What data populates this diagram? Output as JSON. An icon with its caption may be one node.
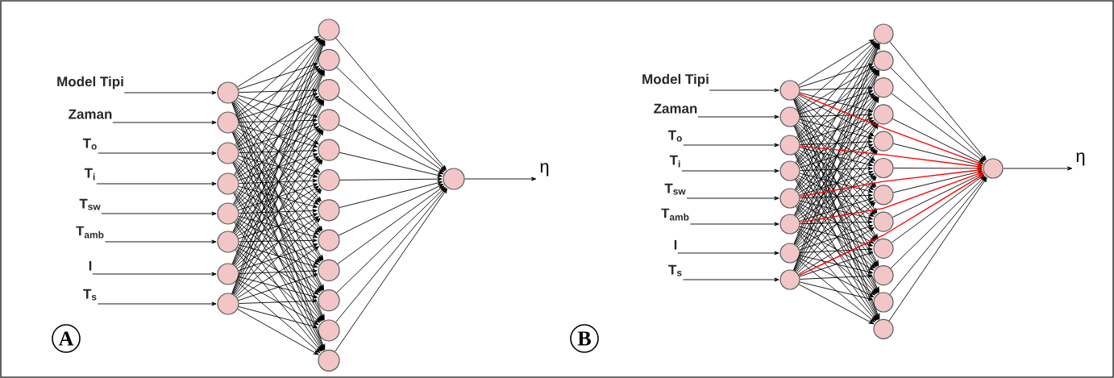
{
  "diagram": {
    "nodes": [
      {
        "text": [
          "A"
        ]
      },
      {
        "text": [
          "Model Tipi"
        ]
      },
      {
        "text": [
          "Zaman"
        ]
      },
      {
        "text": [
          "T$_{o}$"
        ]
      },
      {
        "text": [
          "T$_{i}$"
        ]
      },
      {
        "text": [
          "T$_{sw}$"
        ]
      },
      {
        "text": [
          "T$_{amb}$"
        ]
      },
      {
        "text": [
          "I"
        ]
      },
      {
        "text": [
          "T$_{s}$"
        ]
      },
      {
        "text": [],
        "shape": "circle"
      },
      {
        "text": [],
        "shape": "circle"
      },
      {
        "text": [],
        "shape": "circle"
      },
      {
        "text": [],
        "shape": "circle"
      },
      {
        "text": [],
        "shape": "circle"
      },
      {
        "text": [],
        "shape": "circle"
      },
      {
        "text": [],
        "shape": "circle"
      },
      {
        "text": [],
        "shape": "circle"
      },
      {
        "text": [],
        "shape": "circle"
      },
      {
        "text": [],
        "shape": "circle"
      },
      {
        "text": [],
        "shape": "circle"
      },
      {
        "text": [],
        "shape": "circle"
      },
      {
        "text": [],
        "shape": "circle"
      },
      {
        "text": [],
        "shape": "circle"
      },
      {
        "text": [],
        "shape": "circle"
      },
      {
        "text": [],
        "shape": "circle"
      },
      {
        "text": [],
        "shape": "circle"
      },
      {
        "text": [],
        "shape": "circle"
      },
      {
        "text": [],
        "shape": "circle"
      },
      {
        "text": [],
        "shape": "circle"
      },
      {
        "text": [],
        "shape": "circle"
      },
      {
        "text": [
          "η"
        ]
      },
      {
        "text": [
          "B"
        ]
      },
      {
        "text": [
          "Model Tipi"
        ]
      },
      {
        "text": [
          "Zaman"
        ]
      },
      {
        "text": [
          "T$_{o}$"
        ]
      },
      {
        "text": [
          "T$_{i}$"
        ]
      },
      {
        "text": [
          "T$_{sw}$"
        ]
      },
      {
        "text": [
          "T$_{amb}$"
        ]
      },
      {
        "text": [
          "I"
        ]
      },
      {
        "text": [
          "T$_{s}$"
        ]
      },
      {
        "text": [],
        "shape": "circle"
      },
      {
        "text": [],
        "shape": "circle"
      },
      {
        "text": [],
        "shape": "circle"
      },
      {
        "text": [],
        "shape": "circle"
      },
      {
        "text": [],
        "shape": "circle"
      },
      {
        "text": [],
        "shape": "circle"
      },
      {
        "text": [],
        "shape": "circle"
      },
      {
        "text": [],
        "shape": "circle"
      },
      {
        "text": [],
        "shape": "circle"
      },
      {
        "text": [],
        "shape": "circle"
      },
      {
        "text": [],
        "shape": "circle"
      },
      {
        "text": [],
        "shape": "circle"
      },
      {
        "text": [],
        "shape": "circle"
      },
      {
        "text": [],
        "shape": "circle"
      },
      {
        "text": [],
        "shape": "circle"
      },
      {
        "text": [],
        "shape": "circle"
      },
      {
        "text": [],
        "shape": "circle"
      },
      {
        "text": [],
        "shape": "circle"
      },
      {
        "text": [],
        "shape": "circle"
      },
      {
        "text": [],
        "shape": "circle"
      },
      {
        "text": [],
        "shape": "circle"
      },
      {
        "text": [
          "η"
        ]
      }
    ],
    "edges": [
      {
        "from": 1,
        "to": 9,
        "arrow": "to"
      },
      {
        "from": 2,
        "to": 10,
        "arrow": "to"
      },
      {
        "from": 3,
        "to": 11,
        "arrow": "to"
      },
      {
        "from": 4,
        "to": 12,
        "arrow": "to"
      },
      {
        "from": 5,
        "to": 13,
        "arrow": "to"
      },
      {
        "from": 6,
        "to": 14,
        "arrow": "to"
      },
      {
        "from": 7,
        "to": 15,
        "arrow": "to"
      },
      {
        "from": 8,
        "to": 16,
        "arrow": "to"
      },
      {
        "from": 9,
        "to": 17,
        "arrow": "to"
      },
      {
        "from": 9,
        "to": 18,
        "arrow": "to"
      },
      {
        "from": 9,
        "to": 19,
        "arrow": "to"
      },
      {
        "from": 9,
        "to": 20,
        "arrow": "to"
      },
      {
        "from": 9,
        "to": 21,
        "arrow": "to"
      },
      {
        "from": 9,
        "to": 22,
        "arrow": "to"
      },
      {
        "from": 9,
        "to": 23,
        "arrow": "to"
      },
      {
        "from": 9,
        "to": 24,
        "arrow": "to"
      },
      {
        "from": 9,
        "to": 25,
        "arrow": "to"
      },
      {
        "from": 9,
        "to": 26,
        "arrow": "to"
      },
      {
        "from": 9,
        "to": 27,
        "arrow": "to"
      },
      {
        "from": 9,
        "to": 28,
        "arrow": "to"
      },
      {
        "from": 10,
        "to": 17,
        "arrow": "to"
      },
      {
        "from": 10,
        "to": 18,
        "arrow": "to"
      },
      {
        "from": 10,
        "to": 19,
        "arrow": "to"
      },
      {
        "from": 10,
        "to": 20,
        "arrow": "to"
      },
      {
        "from": 10,
        "to": 21,
        "arrow": "to"
      },
      {
        "from": 10,
        "to": 22,
        "arrow": "to"
      },
      {
        "from": 10,
        "to": 23,
        "arrow": "to"
      },
      {
        "from": 10,
        "to": 24,
        "arrow": "to"
      },
      {
        "from": 10,
        "to": 25,
        "arrow": "to"
      },
      {
        "from": 10,
        "to": 26,
        "arrow": "to"
      },
      {
        "from": 10,
        "to": 27,
        "arrow": "to"
      },
      {
        "from": 10,
        "to": 28,
        "arrow": "to"
      },
      {
        "from": 11,
        "to": 17,
        "arrow": "to"
      },
      {
        "from": 11,
        "to": 18,
        "arrow": "to"
      },
      {
        "from": 11,
        "to": 19,
        "arrow": "to"
      },
      {
        "from": 11,
        "to": 20,
        "arrow": "to"
      },
      {
        "from": 11,
        "to": 21,
        "arrow": "to"
      },
      {
        "from": 11,
        "to": 22,
        "arrow": "to"
      },
      {
        "from": 11,
        "to": 23,
        "arrow": "to"
      },
      {
        "from": 11,
        "to": 24,
        "arrow": "to"
      },
      {
        "from": 11,
        "to": 25,
        "arrow": "to"
      },
      {
        "from": 11,
        "to": 26,
        "arrow": "to"
      },
      {
        "from": 11,
        "to": 27,
        "arrow": "to"
      },
      {
        "from": 11,
        "to": 28,
        "arrow": "to"
      },
      {
        "from": 12,
        "to": 17,
        "arrow": "to"
      },
      {
        "from": 12,
        "to": 18,
        "arrow": "to"
      },
      {
        "from": 12,
        "to": 19,
        "arrow": "to"
      },
      {
        "from": 12,
        "to": 20,
        "arrow": "to"
      },
      {
        "from": 12,
        "to": 21,
        "arrow": "to"
      },
      {
        "from": 12,
        "to": 22,
        "arrow": "to"
      },
      {
        "from": 12,
        "to": 23,
        "arrow": "to"
      },
      {
        "from": 12,
        "to": 24,
        "arrow": "to"
      },
      {
        "from": 12,
        "to": 25,
        "arrow": "to"
      },
      {
        "from": 12,
        "to": 26,
        "arrow": "to"
      },
      {
        "from": 12,
        "to": 27,
        "arrow": "to"
      },
      {
        "from": 12,
        "to": 28,
        "arrow": "to"
      },
      {
        "from": 13,
        "to": 17,
        "arrow": "to"
      },
      {
        "from": 13,
        "to": 18,
        "arrow": "to"
      },
      {
        "from": 13,
        "to": 19,
        "arrow": "to"
      },
      {
        "from": 13,
        "to": 20,
        "arrow": "to"
      },
      {
        "from": 13,
        "to": 21,
        "arrow": "to"
      },
      {
        "from": 13,
        "to": 22,
        "arrow": "to"
      },
      {
        "from": 13,
        "to": 23,
        "arrow": "to"
      },
      {
        "from": 13,
        "to": 24,
        "arrow": "to"
      },
      {
        "from": 13,
        "to": 25,
        "arrow": "to"
      },
      {
        "from": 13,
        "to": 26,
        "arrow": "to"
      },
      {
        "from": 13,
        "to": 27,
        "arrow": "to"
      },
      {
        "from": 13,
        "to": 28,
        "arrow": "to"
      },
      {
        "from": 14,
        "to": 17,
        "arrow": "to"
      },
      {
        "from": 14,
        "to": 18,
        "arrow": "to"
      },
      {
        "from": 14,
        "to": 19,
        "arrow": "to"
      },
      {
        "from": 14,
        "to": 20,
        "arrow": "to"
      },
      {
        "from": 14,
        "to": 21,
        "arrow": "to"
      },
      {
        "from": 14,
        "to": 22,
        "arrow": "to"
      },
      {
        "from": 14,
        "to": 23,
        "arrow": "to"
      },
      {
        "from": 14,
        "to": 24,
        "arrow": "to"
      },
      {
        "from": 14,
        "to": 25,
        "arrow": "to"
      },
      {
        "from": 14,
        "to": 26,
        "arrow": "to"
      },
      {
        "from": 14,
        "to": 27,
        "arrow": "to"
      },
      {
        "from": 14,
        "to": 28,
        "arrow": "to"
      },
      {
        "from": 15,
        "to": 17,
        "arrow": "to"
      },
      {
        "from": 15,
        "to": 18,
        "arrow": "to"
      },
      {
        "from": 15,
        "to": 19,
        "arrow": "to"
      },
      {
        "from": 15,
        "to": 20,
        "arrow": "to"
      },
      {
        "from": 15,
        "to": 21,
        "arrow": "to"
      },
      {
        "from": 15,
        "to": 22,
        "arrow": "to"
      },
      {
        "from": 15,
        "to": 23,
        "arrow": "to"
      },
      {
        "from": 15,
        "to": 24,
        "arrow": "to"
      },
      {
        "from": 15,
        "to": 25,
        "arrow": "to"
      },
      {
        "from": 15,
        "to": 26,
        "arrow": "to"
      },
      {
        "from": 15,
        "to": 27,
        "arrow": "to"
      },
      {
        "from": 15,
        "to": 28,
        "arrow": "to"
      },
      {
        "from": 16,
        "to": 17,
        "arrow": "to"
      },
      {
        "from": 16,
        "to": 18,
        "arrow": "to"
      },
      {
        "from": 16,
        "to": 19,
        "arrow": "to"
      },
      {
        "from": 16,
        "to": 20,
        "arrow": "to"
      },
      {
        "from": 16,
        "to": 21,
        "arrow": "to"
      },
      {
        "from": 16,
        "to": 22,
        "arrow": "to"
      },
      {
        "from": 16,
        "to": 23,
        "arrow": "to"
      },
      {
        "from": 16,
        "to": 24,
        "arrow": "to"
      },
      {
        "from": 16,
        "to": 25,
        "arrow": "to"
      },
      {
        "from": 16,
        "to": 26,
        "arrow": "to"
      },
      {
        "from": 16,
        "to": 27,
        "arrow": "to"
      },
      {
        "from": 16,
        "to": 28,
        "arrow": "to"
      },
      {
        "from": 17,
        "to": 29,
        "arrow": "to"
      },
      {
        "from": 18,
        "to": 29,
        "arrow": "to"
      },
      {
        "from": 19,
        "to": 29,
        "arrow": "to"
      },
      {
        "from": 20,
        "to": 29,
        "arrow": "to"
      },
      {
        "from": 21,
        "to": 29,
        "arrow": "to"
      },
      {
        "from": 22,
        "to": 29,
        "arrow": "to"
      },
      {
        "from": 23,
        "to": 29,
        "arrow": "to"
      },
      {
        "from": 24,
        "to": 29,
        "arrow": "to"
      },
      {
        "from": 25,
        "to": 29,
        "arrow": "to"
      },
      {
        "from": 26,
        "to": 29,
        "arrow": "to"
      },
      {
        "from": 27,
        "to": 29,
        "arrow": "to"
      },
      {
        "from": 28,
        "to": 29,
        "arrow": "to"
      },
      {
        "from": 29,
        "to": 30,
        "arrow": "to"
      },
      {
        "from": 32,
        "to": 40,
        "arrow": "to"
      },
      {
        "from": 33,
        "to": 41,
        "arrow": "to"
      },
      {
        "from": 34,
        "to": 42,
        "arrow": "to"
      },
      {
        "from": 35,
        "to": 43,
        "arrow": "to"
      },
      {
        "from": 36,
        "to": 44,
        "arrow": "to"
      },
      {
        "from": 37,
        "to": 45,
        "arrow": "to"
      },
      {
        "from": 38,
        "to": 46,
        "arrow": "to"
      },
      {
        "from": 39,
        "to": 47,
        "arrow": "to"
      },
      {
        "from": 40,
        "to": 48,
        "arrow": "to"
      },
      {
        "from": 40,
        "to": 49,
        "arrow": "to"
      },
      {
        "from": 40,
        "to": 50,
        "arrow": "to"
      },
      {
        "from": 40,
        "to": 51,
        "arrow": "to"
      },
      {
        "from": 40,
        "to": 52,
        "arrow": "to"
      },
      {
        "from": 40,
        "to": 53,
        "arrow": "to"
      },
      {
        "from": 40,
        "to": 54,
        "arrow": "to"
      },
      {
        "from": 40,
        "to": 55,
        "arrow": "to"
      },
      {
        "from": 40,
        "to": 56,
        "arrow": "to"
      },
      {
        "from": 40,
        "to": 57,
        "arrow": "to"
      },
      {
        "from": 40,
        "to": 58,
        "arrow": "to"
      },
      {
        "from": 40,
        "to": 59,
        "arrow": "to"
      },
      {
        "from": 41,
        "to": 48,
        "arrow": "to"
      },
      {
        "from": 41,
        "to": 49,
        "arrow": "to"
      },
      {
        "from": 41,
        "to": 50,
        "arrow": "to"
      },
      {
        "from": 41,
        "to": 51,
        "arrow": "to"
      },
      {
        "from": 41,
        "to": 52,
        "arrow": "to"
      },
      {
        "from": 41,
        "to": 53,
        "arrow": "to"
      },
      {
        "from": 41,
        "to": 54,
        "arrow": "to"
      },
      {
        "from": 41,
        "to": 55,
        "arrow": "to"
      },
      {
        "from": 41,
        "to": 56,
        "arrow": "to"
      },
      {
        "from": 41,
        "to": 57,
        "arrow": "to"
      },
      {
        "from": 41,
        "to": 58,
        "arrow": "to"
      },
      {
        "from": 41,
        "to": 59,
        "arrow": "to"
      },
      {
        "from": 42,
        "to": 48,
        "arrow": "to"
      },
      {
        "from": 42,
        "to": 49,
        "arrow": "to"
      },
      {
        "from": 42,
        "to": 50,
        "arrow": "to"
      },
      {
        "from": 42,
        "to": 51,
        "arrow": "to"
      },
      {
        "from": 42,
        "to": 52,
        "arrow": "to"
      },
      {
        "from": 42,
        "to": 53,
        "arrow": "to"
      },
      {
        "from": 42,
        "to": 54,
        "arrow": "to"
      },
      {
        "from": 42,
        "to": 55,
        "arrow": "to"
      },
      {
        "from": 42,
        "to": 56,
        "arrow": "to"
      },
      {
        "from": 42,
        "to": 57,
        "arrow": "to"
      },
      {
        "from": 42,
        "to": 58,
        "arrow": "to"
      },
      {
        "from": 42,
        "to": 59,
        "arrow": "to"
      },
      {
        "from": 43,
        "to": 48,
        "arrow": "to"
      },
      {
        "from": 43,
        "to": 49,
        "arrow": "to"
      },
      {
        "from": 43,
        "to": 50,
        "arrow": "to"
      },
      {
        "from": 43,
        "to": 51,
        "arrow": "to"
      },
      {
        "from": 43,
        "to": 52,
        "arrow": "to"
      },
      {
        "from": 43,
        "to": 53,
        "arrow": "to"
      },
      {
        "from": 43,
        "to": 54,
        "arrow": "to"
      },
      {
        "from": 43,
        "to": 55,
        "arrow": "to"
      },
      {
        "from": 43,
        "to": 56,
        "arrow": "to"
      },
      {
        "from": 43,
        "to": 57,
        "arrow": "to"
      },
      {
        "from": 43,
        "to": 58,
        "arrow": "to"
      },
      {
        "from": 43,
        "to": 59,
        "arrow": "to"
      },
      {
        "from": 44,
        "to": 48,
        "arrow": "to"
      },
      {
        "from": 44,
        "to": 49,
        "arrow": "to"
      },
      {
        "from": 44,
        "to": 50,
        "arrow": "to"
      },
      {
        "from": 44,
        "to": 51,
        "arrow": "to"
      },
      {
        "from": 44,
        "to": 52,
        "arrow": "to"
      },
      {
        "from": 44,
        "to": 53,
        "arrow": "to"
      },
      {
        "from": 44,
        "to": 54,
        "arrow": "to"
      },
      {
        "from": 44,
        "to": 55,
        "arrow": "to"
      },
      {
        "from": 44,
        "to": 56,
        "arrow": "to"
      },
      {
        "from": 44,
        "to": 57,
        "arrow": "to"
      },
      {
        "from": 44,
        "to": 58,
        "arrow": "to"
      },
      {
        "from": 44,
        "to": 59,
        "arrow": "to"
      },
      {
        "from": 45,
        "to": 48,
        "arrow": "to"
      },
      {
        "from": 45,
        "to": 49,
        "arrow": "to"
      },
      {
        "from": 45,
        "to": 50,
        "arrow": "to"
      },
      {
        "from": 45,
        "to": 51,
        "arrow": "to"
      },
      {
        "from": 45,
        "to": 52,
        "arrow": "to"
      },
      {
        "from": 45,
        "to": 53,
        "arrow": "to"
      },
      {
        "from": 45,
        "to": 54,
        "arrow": "to"
      },
      {
        "from": 45,
        "to": 55,
        "arrow": "to"
      },
      {
        "from": 45,
        "to": 56,
        "arrow": "to"
      },
      {
        "from": 45,
        "to": 57,
        "arrow": "to"
      },
      {
        "from": 45,
        "to": 58,
        "arrow": "to"
      },
      {
        "from": 45,
        "to": 59,
        "arrow": "to"
      },
      {
        "from": 46,
        "to": 48,
        "arrow": "to"
      },
      {
        "from": 46,
        "to": 49,
        "arrow": "to"
      },
      {
        "from": 46,
        "to": 50,
        "arrow": "to"
      },
      {
        "from": 46,
        "to": 51,
        "arrow": "to"
      },
      {
        "from": 46,
        "to": 52,
        "arrow": "to"
      },
      {
        "from": 46,
        "to": 53,
        "arrow": "to"
      },
      {
        "from": 46,
        "to": 54,
        "arrow": "to"
      },
      {
        "from": 46,
        "to": 55,
        "arrow": "to"
      },
      {
        "from": 46,
        "to": 56,
        "arrow": "to"
      },
      {
        "from": 46,
        "to": 57,
        "arrow": "to"
      },
      {
        "from": 46,
        "to": 58,
        "arrow": "to"
      },
      {
        "from": 46,
        "to": 59,
        "arrow": "to"
      },
      {
        "from": 47,
        "to": 48,
        "arrow": "to"
      },
      {
        "from": 47,
        "to": 49,
        "arrow": "to"
      },
      {
        "from": 47,
        "to": 50,
        "arrow": "to"
      },
      {
        "from": 47,
        "to": 51,
        "arrow": "to"
      },
      {
        "from": 47,
        "to": 52,
        "arrow": "to"
      },
      {
        "from": 47,
        "to": 53,
        "arrow": "to"
      },
      {
        "from": 47,
        "to": 54,
        "arrow": "to"
      },
      {
        "from": 47,
        "to": 55,
        "arrow": "to"
      },
      {
        "from": 47,
        "to": 56,
        "arrow": "to"
      },
      {
        "from": 47,
        "to": 57,
        "arrow": "to"
      },
      {
        "from": 47,
        "to": 58,
        "arrow": "to"
      },
      {
        "from": 47,
        "to": 59,
        "arrow": "to"
      },
      {
        "from": 48,
        "to": 60,
        "arrow": "to"
      },
      {
        "from": 49,
        "to": 60,
        "arrow": "to"
      },
      {
        "from": 50,
        "to": 60,
        "arrow": "to"
      },
      {
        "from": 51,
        "to": 60,
        "arrow": "to"
      },
      {
        "from": 52,
        "to": 60,
        "arrow": "to"
      },
      {
        "from": 53,
        "to": 60,
        "arrow": "to"
      },
      {
        "from": 54,
        "to": 60,
        "arrow": "to"
      },
      {
        "from": 55,
        "to": 60,
        "arrow": "to"
      },
      {
        "from": 56,
        "to": 60,
        "arrow": "to"
      },
      {
        "from": 57,
        "to": 60,
        "arrow": "to"
      },
      {
        "from": 58,
        "to": 60,
        "arrow": "to"
      },
      {
        "from": 59,
        "to": 60,
        "arrow": "to"
      },
      {
        "from": 60,
        "to": 61,
        "arrow": "to"
      },
      {
        "from": 40,
        "to": 60,
        "arrow": "to",
        "color": "#ff0000"
      },
      {
        "from": 42,
        "to": 60,
        "arrow": "to",
        "color": "#ff0000"
      },
      {
        "from": 44,
        "to": 60,
        "arrow": "to",
        "color": "#ff0000"
      },
      {
        "from": 45,
        "to": 60,
        "arrow": "to",
        "color": "#ff0000"
      },
      {
        "from": 47,
        "to": 60,
        "arrow": "to",
        "color": "#ff0000"
      }
    ]
  }
}
